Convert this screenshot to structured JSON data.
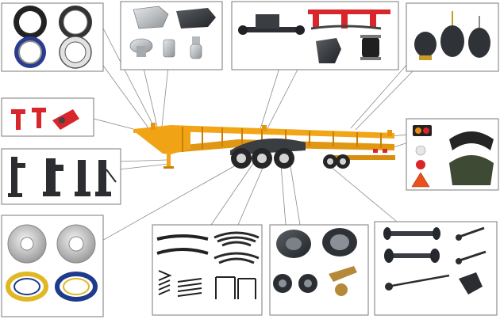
{
  "diagram": {
    "type": "exploded-parts-callout",
    "subject": "container-chassis-semi-trailer",
    "colors": {
      "trailer_frame": "#f2a516",
      "trailer_frame_dark": "#c77f0a",
      "tire": "#262626",
      "rim": "#d4d4d4",
      "leader_line": "#8a8a8a",
      "box_border": "#7a7a7a",
      "part_red": "#d8262b",
      "part_metal": "#9ea3a8",
      "part_dark": "#2f3338"
    },
    "part_groups": [
      {
        "id": "slewing-rings",
        "parts": [
          "slewing-ring-black-1",
          "slewing-ring-black-2",
          "slewing-ring-blue",
          "slewing-ring-cut-outline"
        ]
      },
      {
        "id": "fifth-wheel-and-king-pin",
        "parts": [
          "fifth-wheel-plate-1",
          "fifth-wheel-plate-2",
          "king-pin-1",
          "king-pin-2",
          "king-pin-3"
        ]
      },
      {
        "id": "suspension-system",
        "parts": [
          "air-suspension-axle",
          "mechanical-suspension-red",
          "hanger-bracket",
          "air-spring"
        ]
      },
      {
        "id": "brake-chambers",
        "parts": [
          "brake-chamber-single",
          "brake-chamber-double-1",
          "brake-chamber-double-2"
        ]
      },
      {
        "id": "container-twist-locks",
        "parts": [
          "twist-lock-1",
          "twist-lock-2",
          "twist-lock-3"
        ]
      },
      {
        "id": "lights-and-mudguards",
        "parts": [
          "tail-light",
          "round-reflector-white",
          "round-reflector-red",
          "warning-triangle",
          "mudguard-1",
          "mudguard-2"
        ]
      },
      {
        "id": "landing-gear",
        "parts": [
          "landing-gear-leg-1",
          "landing-gear-leg-2",
          "landing-gear-leg-3",
          "landing-gear-leg-4"
        ]
      },
      {
        "id": "wheel-rims-and-rings",
        "parts": [
          "steel-rim-1",
          "steel-rim-2",
          "rim-ring-gold",
          "rim-ring-blue"
        ]
      },
      {
        "id": "leaf-springs",
        "parts": [
          "leaf-spring-single-1",
          "leaf-spring-single-2",
          "leaf-spring-pack-1",
          "leaf-spring-pack-2",
          "coil-spring",
          "u-bolt"
        ]
      },
      {
        "id": "brake-drums-and-hubs",
        "parts": [
          "brake-drum-1",
          "brake-drum-2",
          "wheel-hub-1",
          "wheel-hub-2",
          "slack-adjuster"
        ]
      },
      {
        "id": "axles-and-camshafts",
        "parts": [
          "trailer-axle",
          "axle-spindle",
          "brake-camshaft-1",
          "brake-camshaft-2",
          "brake-camshaft-3"
        ]
      }
    ]
  }
}
